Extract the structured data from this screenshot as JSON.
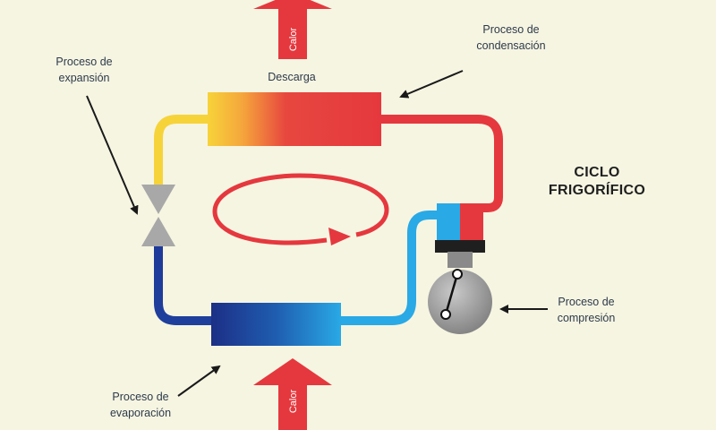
{
  "title": {
    "line1": "CICLO",
    "line2": "FRIGORÍFICO"
  },
  "labels": {
    "expansion": {
      "line1": "Proceso de",
      "line2": "expansión"
    },
    "condensation": {
      "line1": "Proceso de",
      "line2": "condensación"
    },
    "compression": {
      "line1": "Proceso de",
      "line2": "compresión"
    },
    "evaporation": {
      "line1": "Proceso de",
      "line2": "evaporación"
    },
    "discharge": "Descarga"
  },
  "heat_arrows": {
    "top": "Calor",
    "bottom": "Calor"
  },
  "colors": {
    "background": "#f6f5e2",
    "hot_red": "#e5383e",
    "warm_yellow": "#f7d33a",
    "cold_blue": "#1f3f9c",
    "light_blue": "#29a9e6",
    "valve_gray": "#a8a8a8",
    "compressor_gray": "#8e8e8e",
    "arrow_black": "#1a1a1a"
  }
}
